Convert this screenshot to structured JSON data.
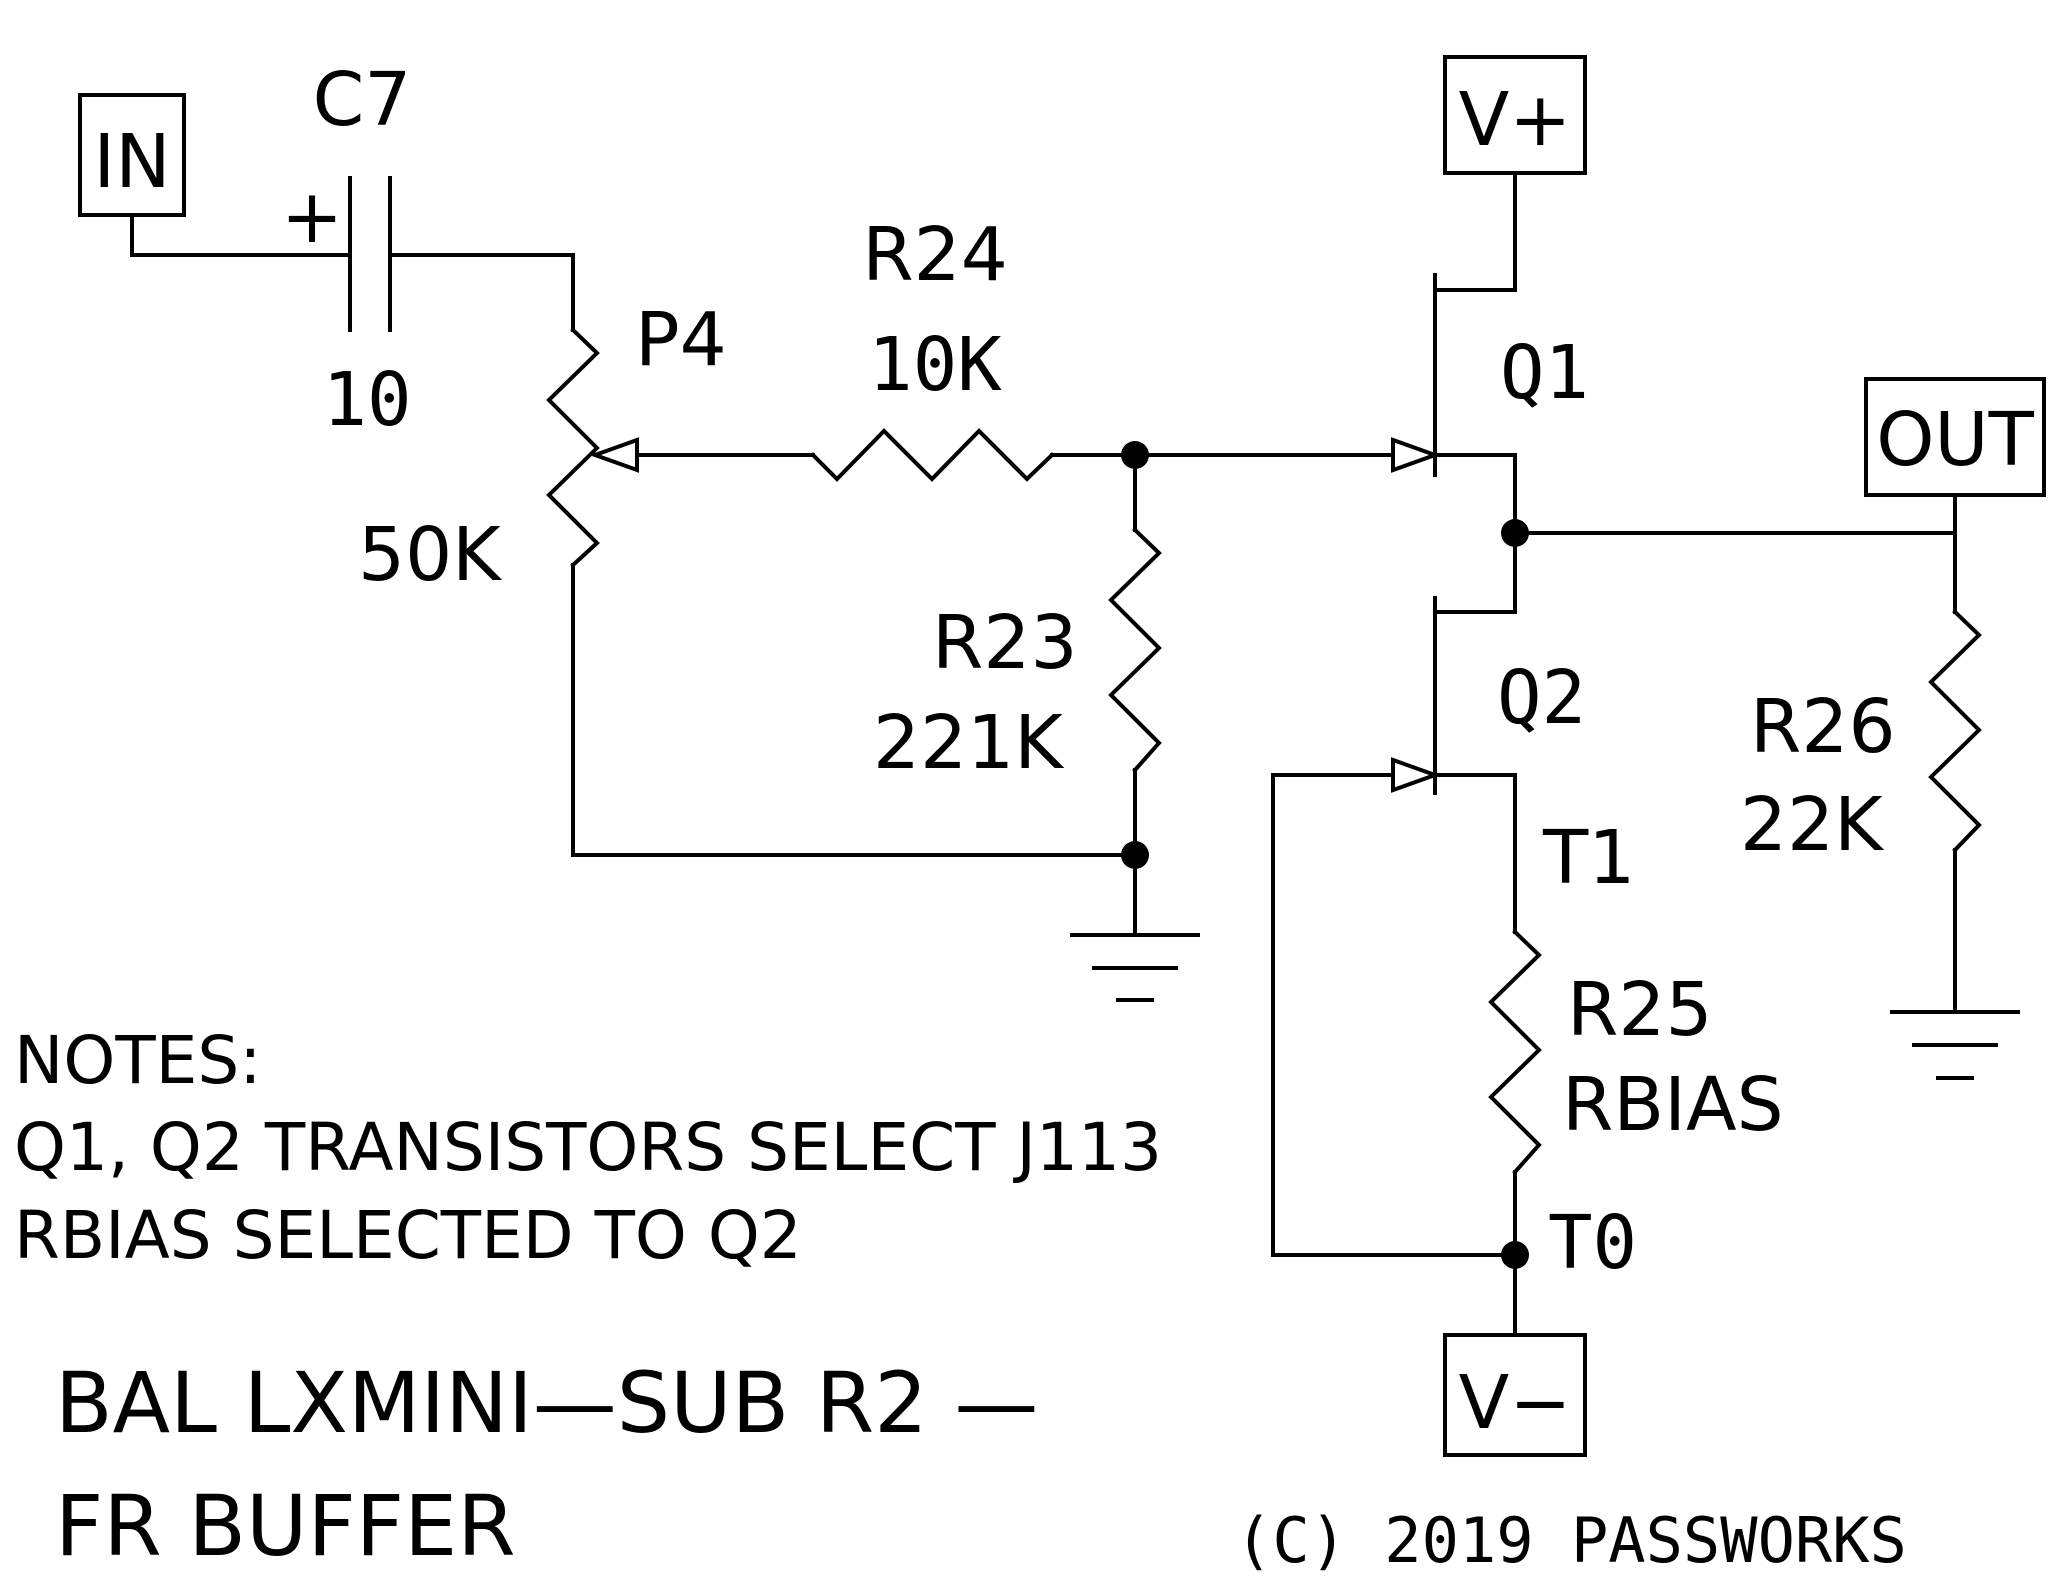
{
  "ports": {
    "in": "IN",
    "out": "OUT",
    "vplus": "V+",
    "vminus": "V−"
  },
  "components": {
    "c7": {
      "ref": "C7",
      "value": "10",
      "polarity": "+"
    },
    "p4": {
      "ref": "P4",
      "value": "50K"
    },
    "r24": {
      "ref": "R24",
      "value": "10K"
    },
    "r23": {
      "ref": "R23",
      "value": "221K"
    },
    "r25": {
      "ref": "R25",
      "value": "RBIAS"
    },
    "r26": {
      "ref": "R26",
      "value": "22K"
    },
    "q1": {
      "ref": "Q1"
    },
    "q2": {
      "ref": "Q2"
    },
    "t1": "T1",
    "t0": "T0"
  },
  "notes": {
    "heading": "NOTES:",
    "line1": "Q1, Q2 TRANSISTORS SELECT J113",
    "line2": "RBIAS SELECTED TO Q2"
  },
  "title": {
    "line1": "BAL LXMINI—SUB R2 —",
    "line2": "FR BUFFER"
  },
  "copyright": "(C) 2019 PASSWORKS"
}
